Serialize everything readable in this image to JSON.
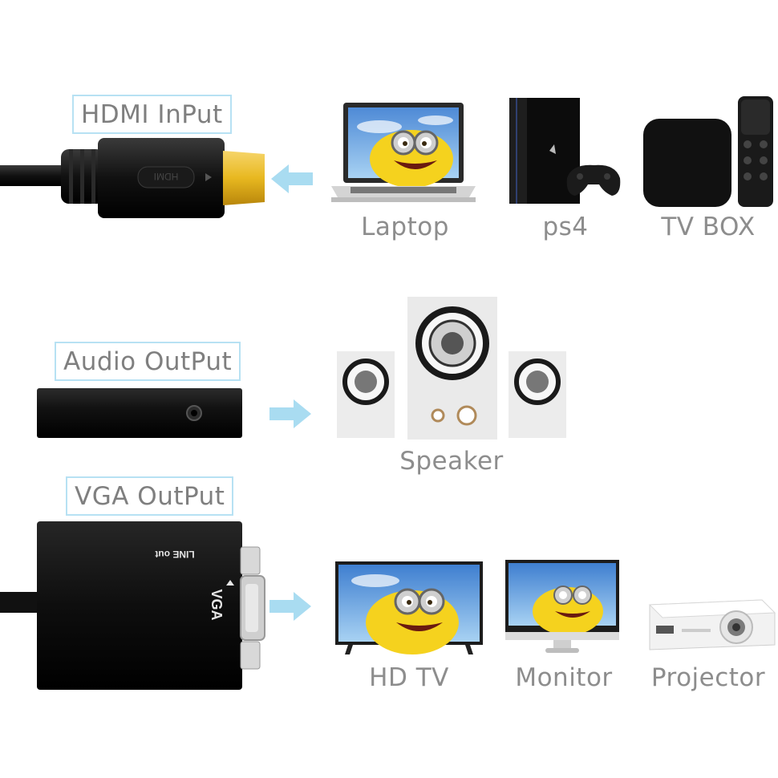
{
  "sections": {
    "hdmi_input": {
      "label": "HDMI InPut",
      "connector_text": "HDMI"
    },
    "audio_output": {
      "label": "Audio OutPut"
    },
    "vga_output": {
      "label": "VGA OutPut",
      "adapter_line_text": "LINE out",
      "adapter_vga_text": "VGA"
    }
  },
  "devices": {
    "laptop": "Laptop",
    "ps4": "ps4",
    "tv_box": "TV BOX",
    "speaker": "Speaker",
    "hd_tv": "HD TV",
    "monitor": "Monitor",
    "projector": "Projector"
  },
  "colors": {
    "accent_arrow": "#a9dcf1",
    "label_border": "#b7e1f3",
    "label_text": "#7f7f7f",
    "gold_plug": "#e8b820"
  },
  "icons": [
    "hdmi-cable-icon",
    "left-arrow-icon",
    "right-arrow-icon",
    "laptop-icon",
    "ps4-console-icon",
    "tv-box-icon",
    "audio-adapter-icon",
    "speaker-set-icon",
    "vga-adapter-icon",
    "hd-tv-icon",
    "monitor-icon",
    "projector-icon"
  ]
}
